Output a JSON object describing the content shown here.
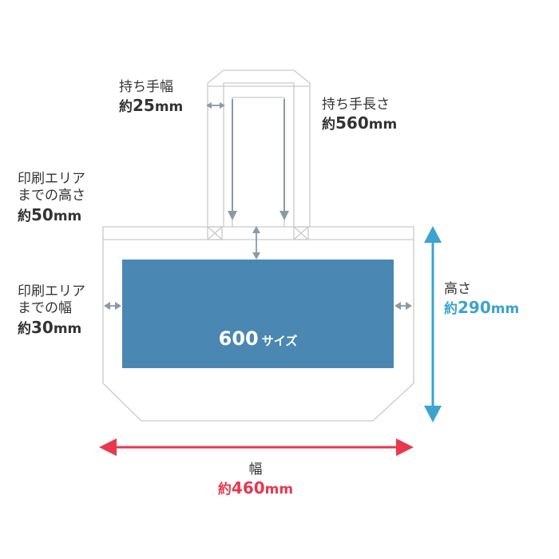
{
  "colors": {
    "bag_outline": "#c9c9c9",
    "print_area": "#4a87b3",
    "arrow_gray": "#8a9aa6",
    "height_arrow": "#3ba3cf",
    "width_arrow": "#e8384f",
    "text": "#333333"
  },
  "labels": {
    "handle_width": {
      "title": "持ち手幅",
      "prefix": "約",
      "value": "25",
      "unit": "mm"
    },
    "handle_length": {
      "title": "持ち手長さ",
      "prefix": "約",
      "value": "560",
      "unit": "mm"
    },
    "print_top": {
      "title_line1": "印刷エリア",
      "title_line2": "までの高さ",
      "prefix": "約",
      "value": "50",
      "unit": "mm"
    },
    "print_side": {
      "title_line1": "印刷エリア",
      "title_line2": "までの幅",
      "prefix": "約",
      "value": "30",
      "unit": "mm"
    },
    "height": {
      "title": "高さ",
      "prefix": "約",
      "value": "290",
      "unit": "mm"
    },
    "width": {
      "title": "幅",
      "prefix": "約",
      "value": "460",
      "unit": "mm"
    }
  },
  "print_area": {
    "size": "600",
    "suffix": "サイズ"
  }
}
